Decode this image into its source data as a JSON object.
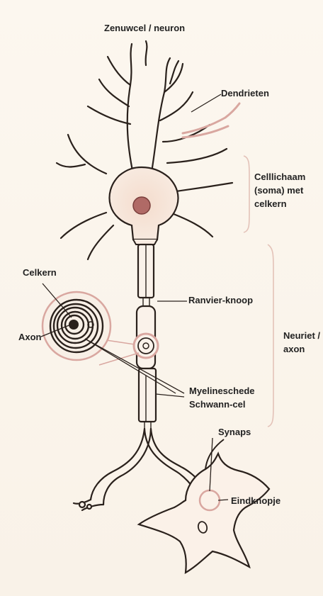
{
  "title": "Zenuwcel / neuron",
  "labels": {
    "dendrieten": "Dendrieten",
    "cellichaam": [
      "Celllichaam",
      "(soma) met",
      "celkern"
    ],
    "celkern": "Celkern",
    "axon": "Axon",
    "ranvier": "Ranvier-knoop",
    "neuriet": [
      "Neuriet /",
      "axon"
    ],
    "myeline": "Myelineschede",
    "schwann": "Schwann-cel",
    "synaps": "Synaps",
    "eindknopje": "Eindknopje"
  },
  "colors": {
    "outline": "#2a211c",
    "soma_fill": "#f6e3d6",
    "nucleus": "#b06a66",
    "highlight": "#d9a7a0",
    "background": "#fbf6ee"
  }
}
